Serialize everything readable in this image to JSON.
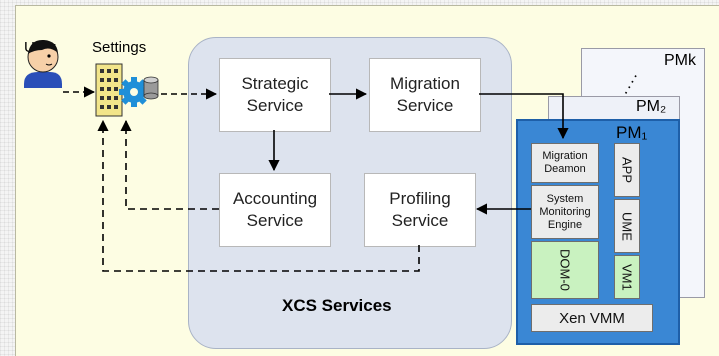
{
  "actors": {
    "user_label": "User",
    "settings_label": "Settings"
  },
  "xcs": {
    "title": "XCS Services",
    "services": {
      "strategic": "Strategic\nService",
      "migration": "Migration\nService",
      "accounting": "Accounting\nService",
      "profiling": "Profiling\nService"
    }
  },
  "pms": {
    "pmk_label": "PMk",
    "pm2_label": "PM₂",
    "pm1_label": "PM₁",
    "ellipsis": "·····"
  },
  "pm1": {
    "migration_deamon": "Migration\nDeamon",
    "system_monitoring": "System\nMonitoring\nEngine",
    "dom0": "DOM-0",
    "app": "APP",
    "ume": "UME",
    "vm1": "VM1",
    "xen_vmm": "Xen VMM"
  },
  "colors": {
    "background": "#fdfde3",
    "xcs_panel": "#dde3ee",
    "pm1_blue": "#3a87d4",
    "dom0_green": "#c9f2c0",
    "box_gray": "#ececec"
  }
}
